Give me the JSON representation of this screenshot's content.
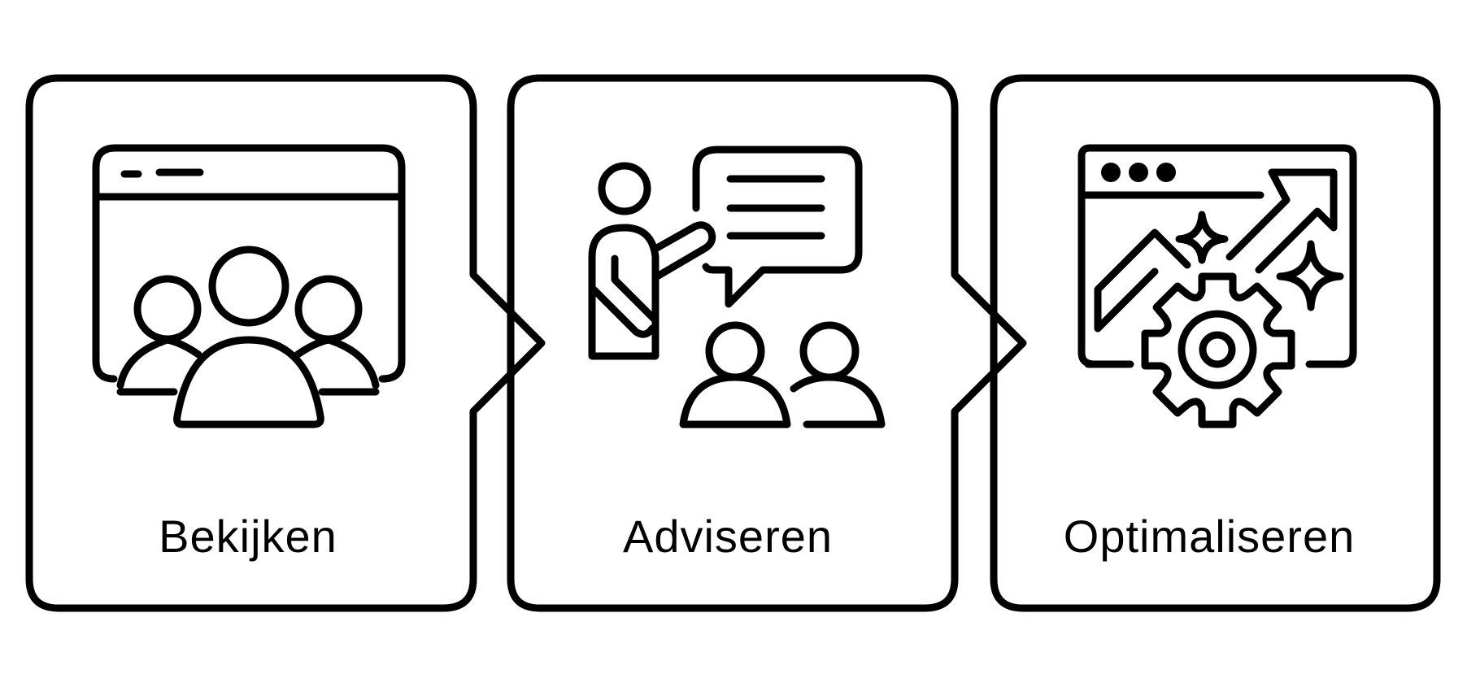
{
  "steps": [
    {
      "label": "Bekijken",
      "icon": "people-on-screen-icon"
    },
    {
      "label": "Adviseren",
      "icon": "presenter-advising-audience-icon"
    },
    {
      "label": "Optimaliseren",
      "icon": "gear-growth-dashboard-icon"
    }
  ],
  "colors": {
    "stroke": "#000000",
    "background": "#ffffff"
  }
}
